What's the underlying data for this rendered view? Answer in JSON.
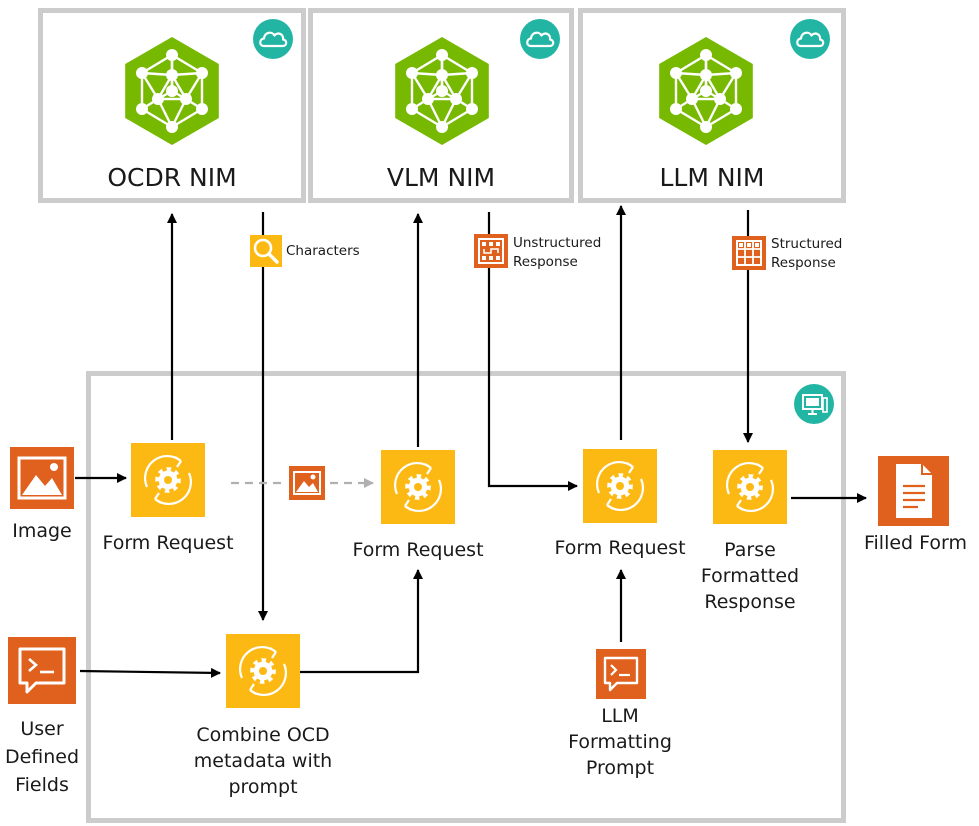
{
  "nims": [
    {
      "title": "OCDR NIM"
    },
    {
      "title": "VLM NIM"
    },
    {
      "title": "LLM NIM"
    }
  ],
  "edges": {
    "characters": "Characters",
    "unstructured": [
      "Unstructured",
      "Response"
    ],
    "structured": [
      "Structured",
      "Response"
    ]
  },
  "nodes": {
    "image": "Image",
    "form_request_1": "Form Request",
    "form_request_2": "Form Request",
    "form_request_3": "Form Request",
    "parse": [
      "Parse",
      "Formatted",
      "Response"
    ],
    "filled_form": "Filled Form",
    "user_fields": [
      "User",
      "Defined",
      "Fields"
    ],
    "combine": [
      "Combine OCD",
      "metadata with",
      "prompt"
    ],
    "llm_prompt": [
      "LLM",
      "Formatting",
      "Prompt"
    ]
  },
  "colors": {
    "nvidia_green": "#76b900",
    "step_yellow": "#fdb913",
    "io_orange": "#e0601e",
    "badge_teal": "#22b5a4",
    "panel_gray": "#cccccc"
  },
  "icons": [
    "cloud-icon",
    "desktop-icon",
    "neural-network-icon",
    "gear-cycle-icon",
    "image-icon",
    "terminal-icon",
    "document-icon",
    "magnifier-icon",
    "grid-icon"
  ]
}
